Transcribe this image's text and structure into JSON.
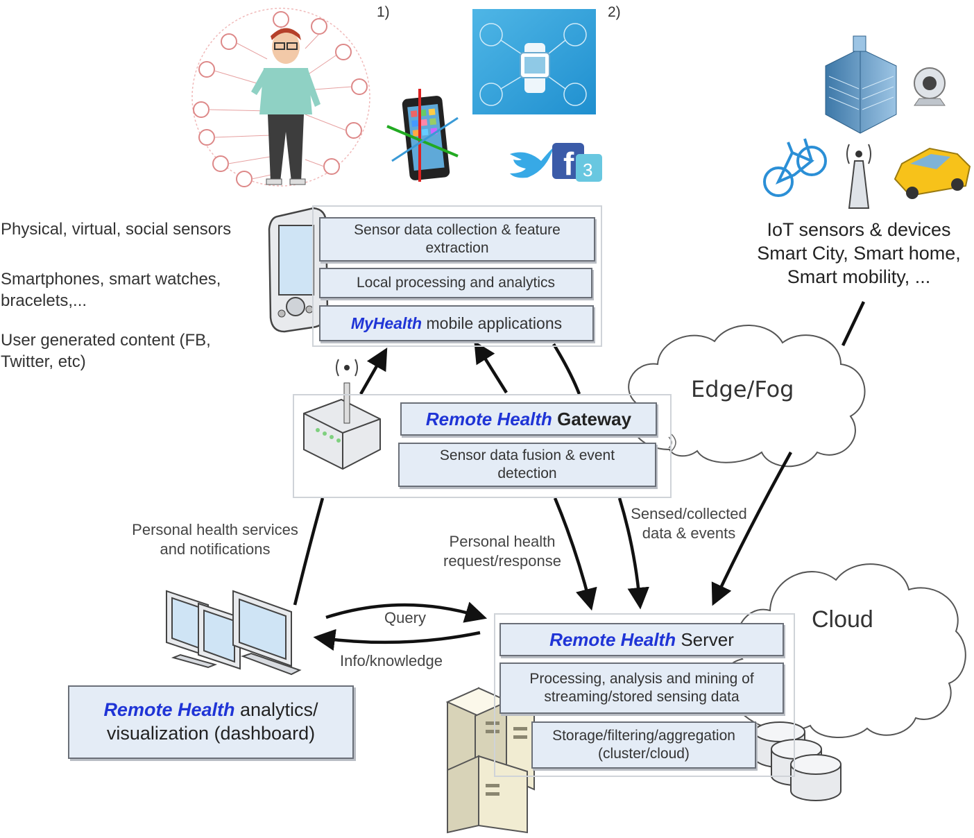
{
  "figure_numbers": [
    "1)",
    "2)"
  ],
  "left_labels": {
    "sensors": "Physical, virtual, social sensors",
    "devices_line1": "Smartphones, smart watches,",
    "devices_line2": "bracelets,...",
    "content_line1": "User generated content (FB,",
    "content_line2": "Twitter, etc)"
  },
  "iot_label": {
    "line1": "IoT sensors & devices",
    "line2": "Smart City, Smart home,",
    "line3": "Smart mobility, ..."
  },
  "clouds": {
    "edge": "Edge/Fog",
    "cloud": "Cloud"
  },
  "mobile_app": {
    "row1_line1": "Sensor data collection & feature",
    "row1_line2": "extraction",
    "row2": "Local processing and analytics",
    "brand": "MyHealth",
    "row3_rest": " mobile applications"
  },
  "gateway": {
    "brand": "Remote Health",
    "word": " Gateway",
    "row2_line1": "Sensor data fusion & event",
    "row2_line2": "detection"
  },
  "server": {
    "brand": "Remote Health",
    "word": " Server",
    "row2_line1": "Processing, analysis and mining of",
    "row2_line2": "streaming/stored sensing data",
    "row3_line1": "Storage/filtering/aggregation",
    "row3_line2": "(cluster/cloud)"
  },
  "dashboard": {
    "brand": "Remote Health",
    "line1_rest": " analytics/",
    "line2": "visualization (dashboard)"
  },
  "flow_labels": {
    "services_line1": "Personal health services",
    "services_line2": "and notifications",
    "request_line1": "Personal health",
    "request_line2": "request/response",
    "sensed_line1": "Sensed/collected",
    "sensed_line2": "data & events",
    "query": "Query",
    "info": "Info/knowledge"
  },
  "social_icons": [
    "twitter-bird",
    "facebook-f"
  ],
  "colors": {
    "brand_blue": "#1f34d6",
    "box_fill": "#e4ecf6",
    "box_border": "#6a6f78"
  }
}
